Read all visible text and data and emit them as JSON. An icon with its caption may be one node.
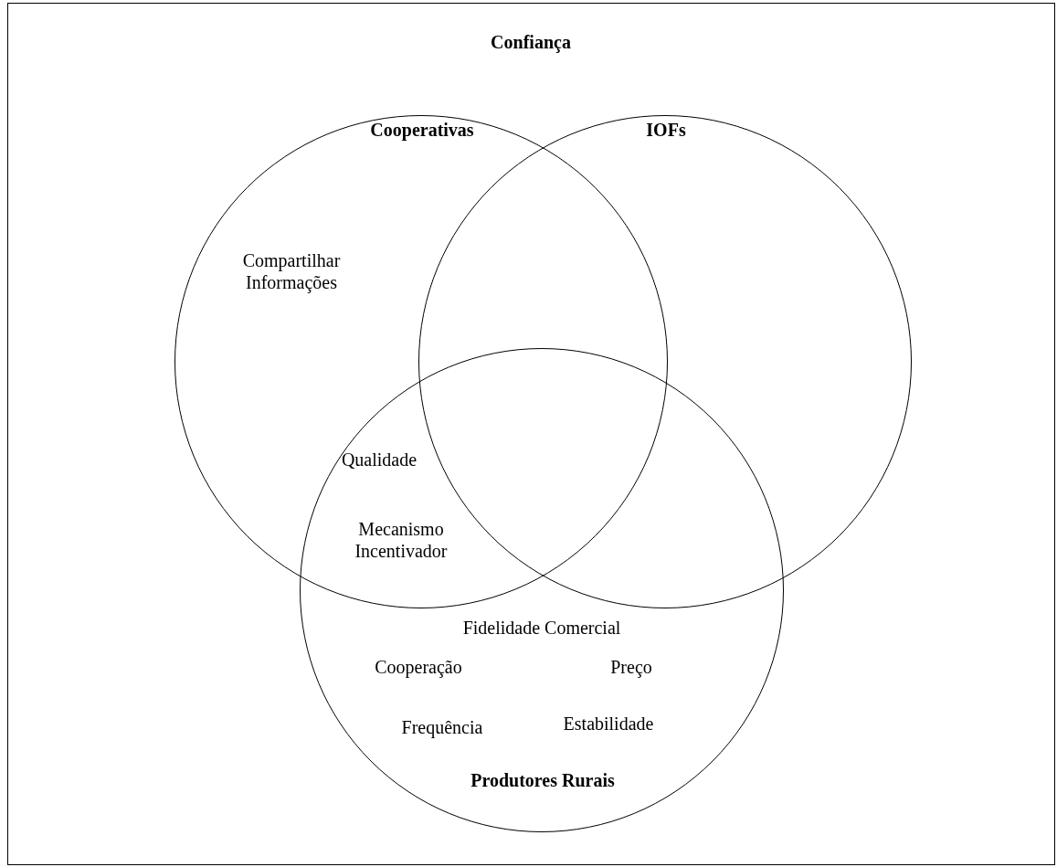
{
  "diagram": {
    "nodes": [
      {
        "text": [
          "Confiança"
        ]
      },
      {
        "text": [
          "Cooperativas"
        ],
        "in": 0
      },
      {
        "text": [
          "IOFs"
        ],
        "in": 0
      },
      {
        "text": [
          "Produtores Rurais"
        ],
        "in": 0
      }
    ],
    "labels": [
      "Compartilhar Informações",
      "Qualidade",
      "Mecanismo Incentivador",
      "Fidelidade Comercial",
      "Cooperação",
      "Preço",
      "Frequência",
      "Estabilidade"
    ]
  }
}
